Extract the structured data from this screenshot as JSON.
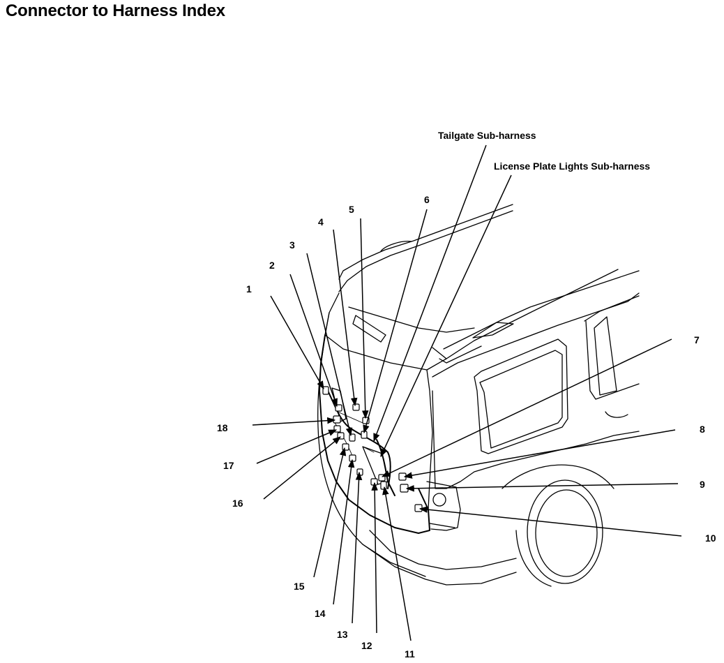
{
  "page": {
    "title": "Connector to Harness Index"
  },
  "harness_labels": [
    {
      "id": "tailgate",
      "text": "Tailgate Sub-harness"
    },
    {
      "id": "license",
      "text": "License Plate Lights Sub-harness"
    }
  ],
  "callouts": [
    "1",
    "2",
    "3",
    "4",
    "5",
    "6",
    "7",
    "8",
    "9",
    "10",
    "11",
    "12",
    "13",
    "14",
    "15",
    "16",
    "17",
    "18"
  ]
}
